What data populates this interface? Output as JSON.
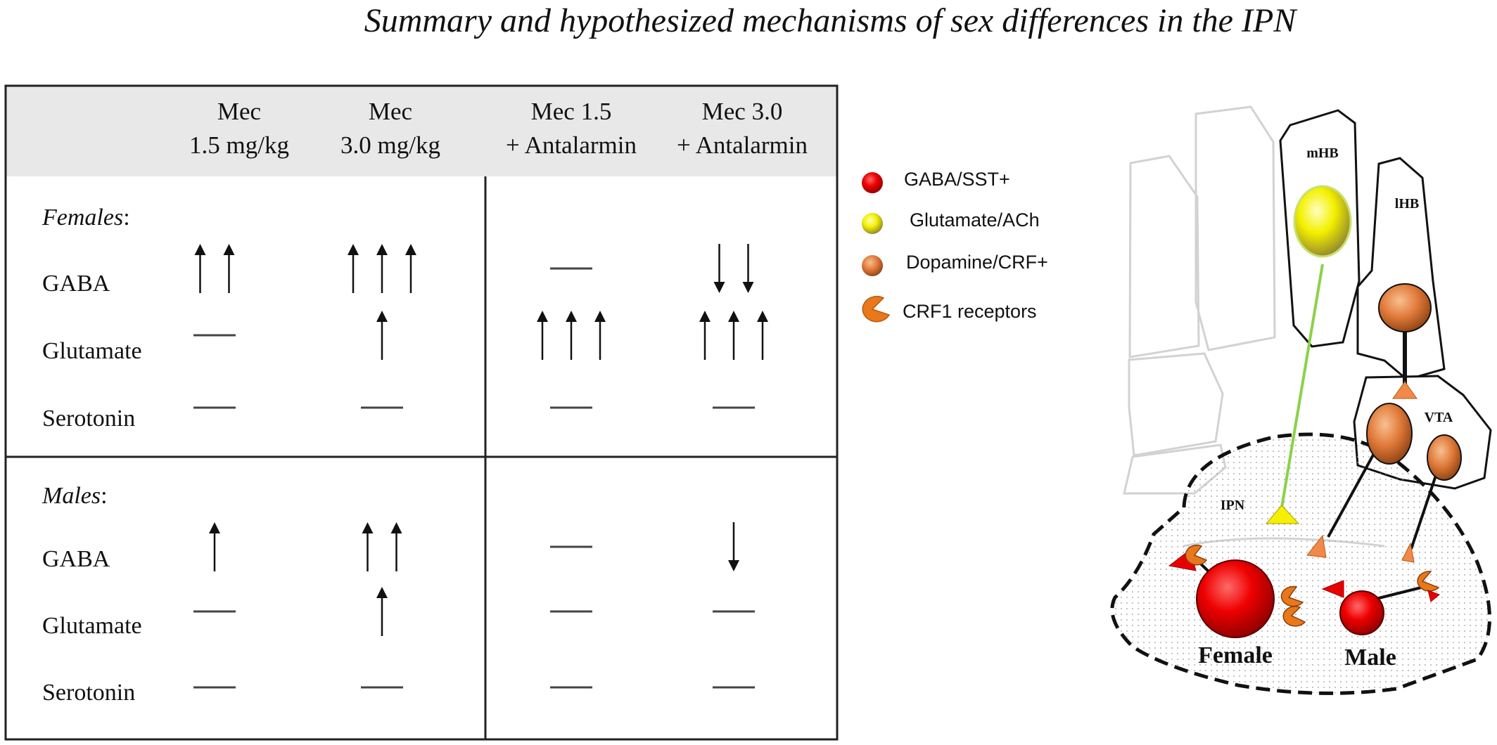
{
  "title": "Summary and hypothesized mechanisms of sex differences in the IPN",
  "table": {
    "columns": [
      {
        "line1": "Mec",
        "line2": "1.5 mg/kg"
      },
      {
        "line1": "Mec",
        "line2": "3.0 mg/kg"
      },
      {
        "line1": "Mec 1.5",
        "line2": "+ Antalarmin"
      },
      {
        "line1": "Mec 3.0",
        "line2": "+ Antalarmin"
      }
    ],
    "groups": [
      {
        "label": "Females",
        "rows": [
          {
            "label": "GABA",
            "effects": [
              {
                "direction": "up",
                "count": 2
              },
              {
                "direction": "up",
                "count": 3
              },
              {
                "direction": "none",
                "count": 0
              },
              {
                "direction": "down",
                "count": 2
              }
            ]
          },
          {
            "label": "Glutamate",
            "effects": [
              {
                "direction": "none",
                "count": 0
              },
              {
                "direction": "up",
                "count": 1
              },
              {
                "direction": "up",
                "count": 3
              },
              {
                "direction": "up",
                "count": 3
              }
            ]
          },
          {
            "label": "Serotonin",
            "effects": [
              {
                "direction": "none",
                "count": 0
              },
              {
                "direction": "none",
                "count": 0
              },
              {
                "direction": "none",
                "count": 0
              },
              {
                "direction": "none",
                "count": 0
              }
            ]
          }
        ]
      },
      {
        "label": "Males",
        "rows": [
          {
            "label": "GABA",
            "effects": [
              {
                "direction": "up",
                "count": 1
              },
              {
                "direction": "up",
                "count": 2
              },
              {
                "direction": "none",
                "count": 0
              },
              {
                "direction": "down",
                "count": 1
              }
            ]
          },
          {
            "label": "Glutamate",
            "effects": [
              {
                "direction": "none",
                "count": 0
              },
              {
                "direction": "up",
                "count": 1
              },
              {
                "direction": "none",
                "count": 0
              },
              {
                "direction": "none",
                "count": 0
              }
            ]
          },
          {
            "label": "Serotonin",
            "effects": [
              {
                "direction": "none",
                "count": 0
              },
              {
                "direction": "none",
                "count": 0
              },
              {
                "direction": "none",
                "count": 0
              },
              {
                "direction": "none",
                "count": 0
              }
            ]
          }
        ]
      }
    ]
  },
  "legend": [
    {
      "label": "GABA/SST+",
      "icon": "red-sphere-icon",
      "color": "#e00000"
    },
    {
      "label": "Glutamate/ACh",
      "icon": "yellow-sphere-icon",
      "color": "#f0f000"
    },
    {
      "label": "Dopamine/CRF+",
      "icon": "orange-sphere-icon",
      "color": "#e07a3a"
    },
    {
      "label": "CRF1 receptors",
      "icon": "pacman-receptor-icon",
      "color": "#e8781a"
    }
  ],
  "brain": {
    "mhb": "mHB",
    "lhb": "lHB",
    "vta": "VTA",
    "ipn": "IPN",
    "female": "Female",
    "male": "Male"
  }
}
